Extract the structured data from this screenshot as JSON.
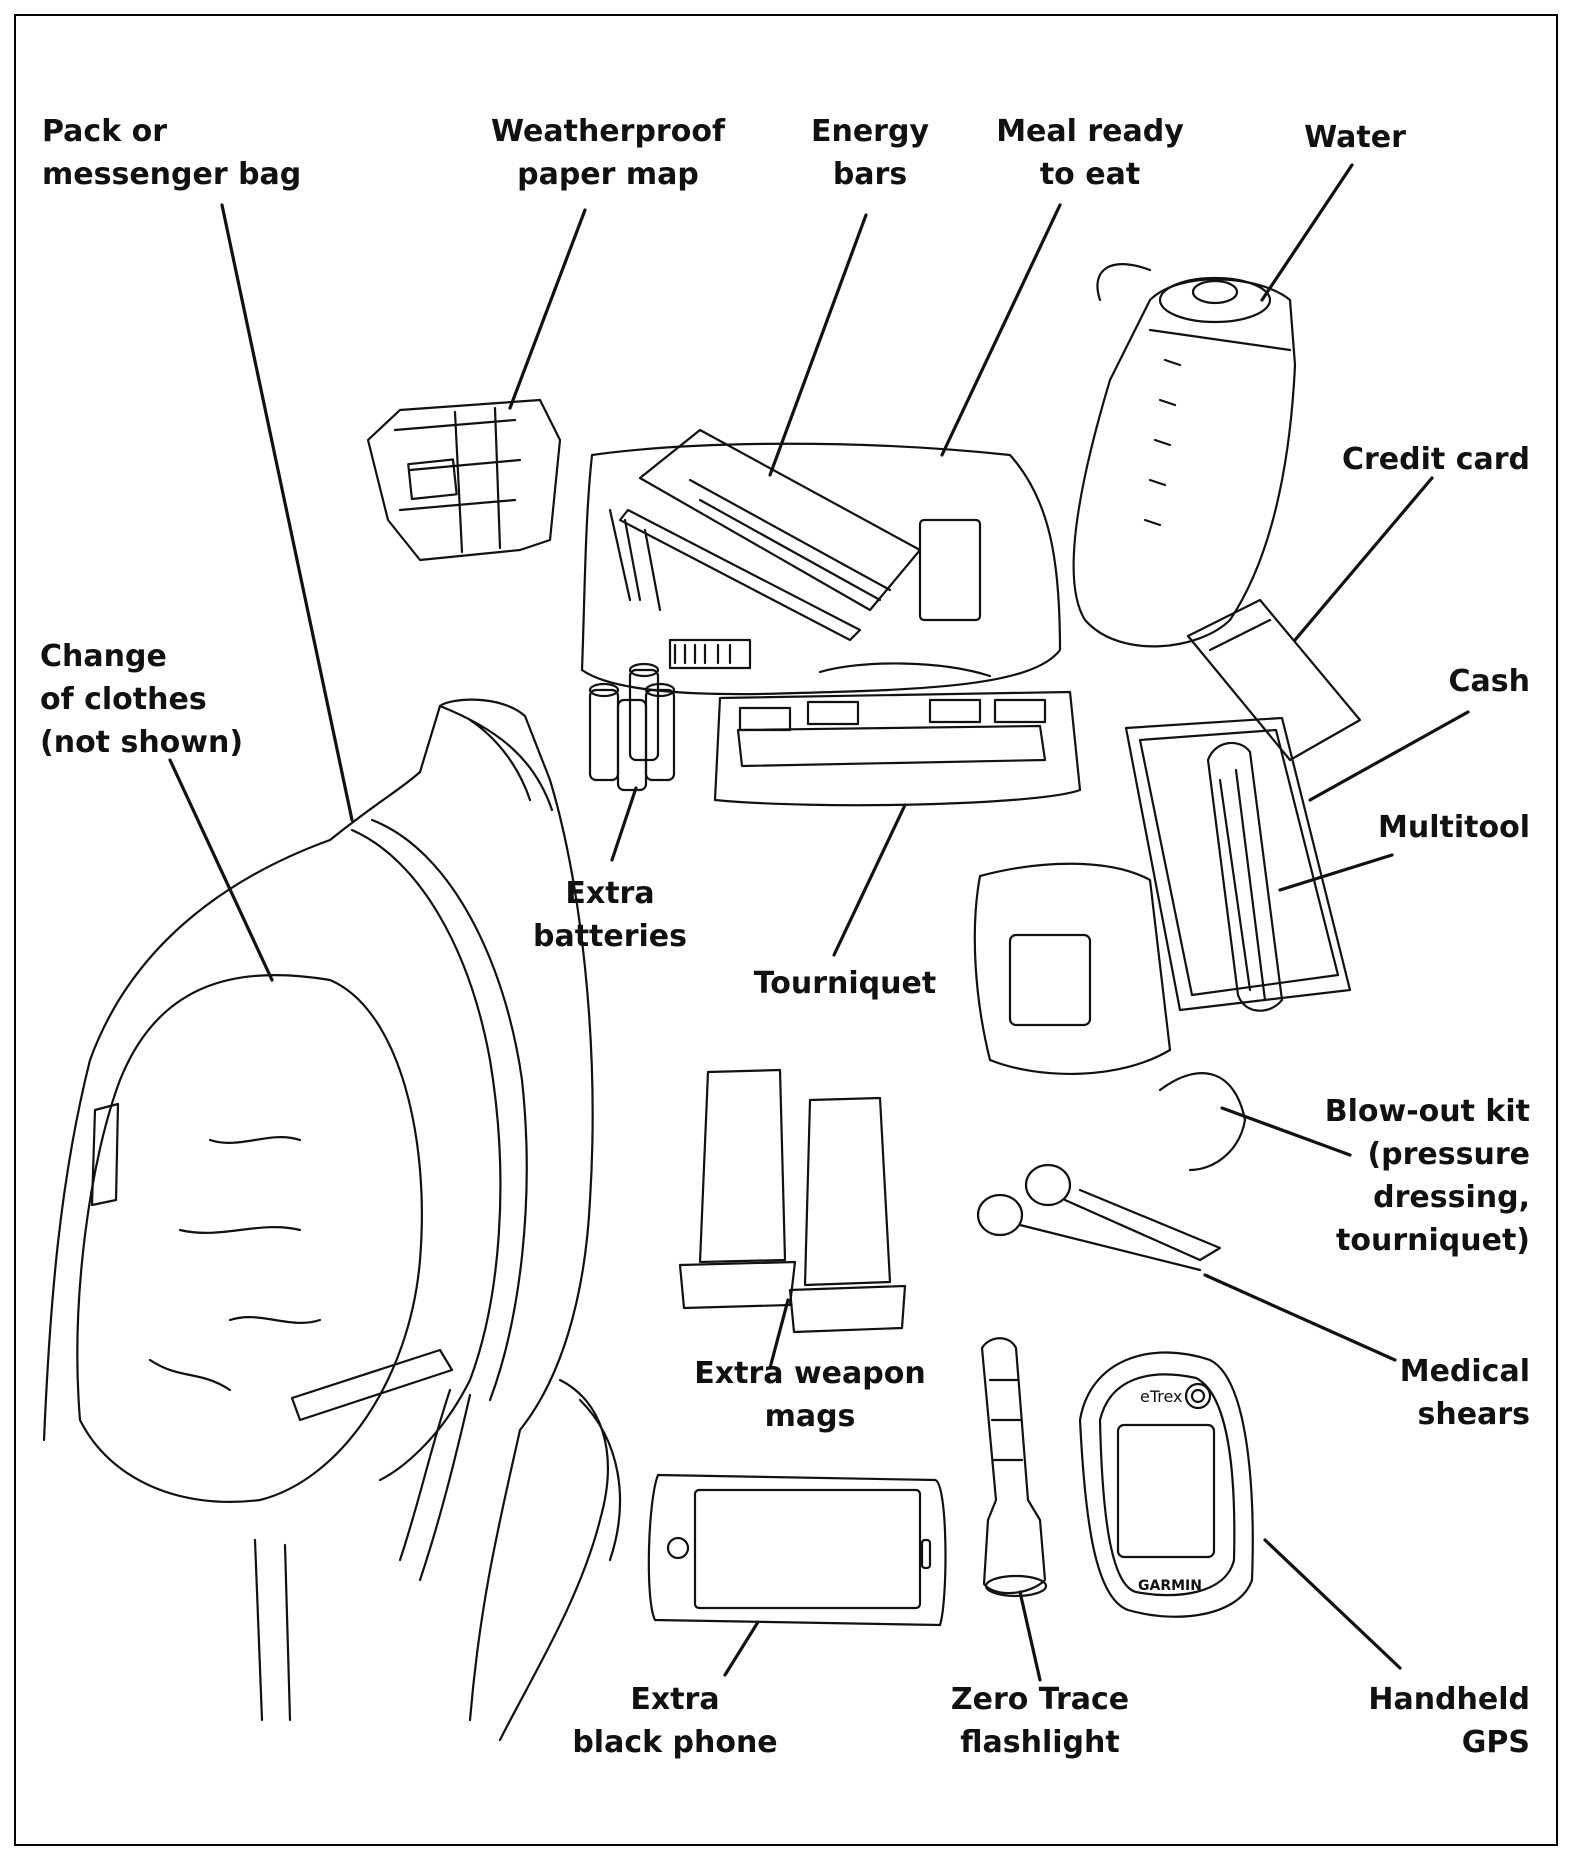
{
  "labels": {
    "pack": "Pack or\nmessenger bag",
    "map": "Weatherproof\npaper map",
    "energy_bars": "Energy\nbars",
    "mre": "Meal ready\nto eat",
    "water": "Water",
    "credit_card": "Credit card",
    "clothes": "Change\nof clothes\n(not shown)",
    "cash": "Cash",
    "multitool": "Multitool",
    "batteries": "Extra\nbatteries",
    "tourniquet": "Tourniquet",
    "blowout_kit": "Blow-out kit\n(pressure\ndressing,\ntourniquet)",
    "shears": "Medical\nshears",
    "mags": "Extra weapon\nmags",
    "phone": "Extra\nblack phone",
    "flashlight": "Zero Trace\nflashlight",
    "gps": "Handheld\nGPS"
  },
  "device_text": {
    "gps_screen": "eTrex",
    "gps_brand": "GARMIN"
  }
}
